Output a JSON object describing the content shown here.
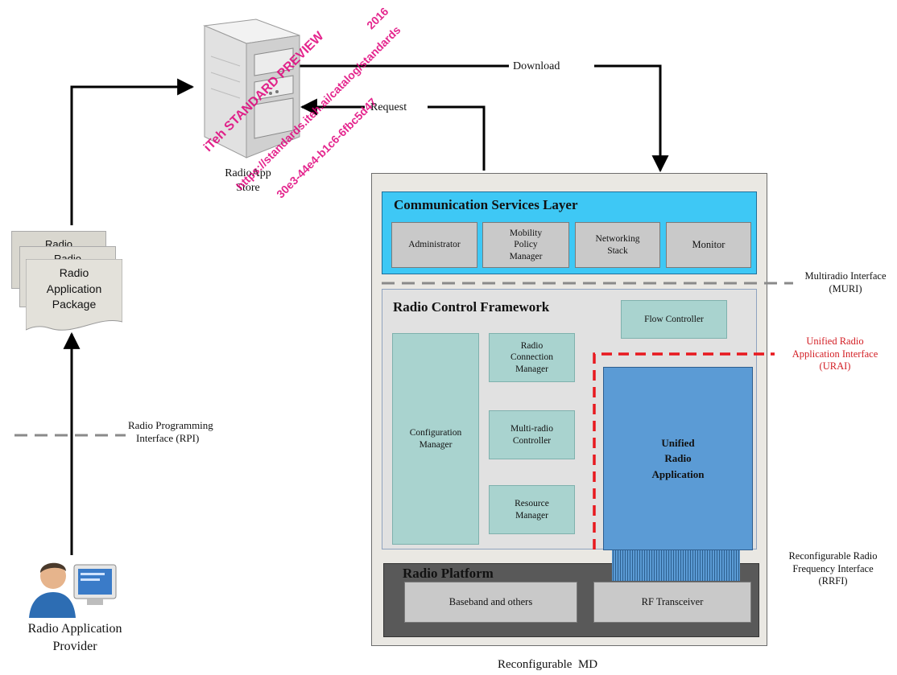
{
  "server": {
    "label_line1": "RadioApp",
    "label_line2": "Store"
  },
  "arrows": {
    "download": "Download",
    "request": "Request"
  },
  "package": {
    "back1": "Radio",
    "back2": "Radio",
    "front_line1": "Radio",
    "front_line2": "Application",
    "front_line3": "Package"
  },
  "rpi": {
    "line1": "Radio Programming",
    "line2": "Interface (RPI)"
  },
  "provider": {
    "line1": "Radio Application",
    "line2": "Provider"
  },
  "device": {
    "caption": "Reconfigurable  MD"
  },
  "csl": {
    "title": "Communication Services Layer",
    "items": [
      {
        "line1": "Administrator",
        "line2": "",
        "line3": ""
      },
      {
        "line1": "Mobility",
        "line2": "Policy",
        "line3": "Manager"
      },
      {
        "line1": "Networking",
        "line2": "Stack",
        "line3": ""
      },
      {
        "line1": "Monitor",
        "line2": "",
        "line3": ""
      }
    ]
  },
  "rcf": {
    "title": "Radio Control Framework",
    "flow_controller": "Flow Controller",
    "config_manager": {
      "line1": "Configuration",
      "line2": "Manager"
    },
    "radio_conn_manager": {
      "line1": "Radio",
      "line2": "Connection",
      "line3": "Manager"
    },
    "multiradio_controller": {
      "line1": "Multi-radio",
      "line2": "Controller"
    },
    "resource_manager": {
      "line1": "Resource",
      "line2": "Manager"
    }
  },
  "ura": {
    "line1": "Unified",
    "line2": "Radio",
    "line3": "Application"
  },
  "platform": {
    "title": "Radio Platform",
    "baseband": "Baseband and others",
    "rf": "RF Transceiver"
  },
  "interfaces": {
    "muri": {
      "line1": "Multiradio Interface",
      "line2": "(MURI)"
    },
    "urai": {
      "line1": "Unified Radio",
      "line2": "Application Interface",
      "line3": "(URAI)"
    },
    "rrfi": {
      "line1": "Reconfigurable Radio",
      "line2": "Frequency Interface",
      "line3": "(RRFI)"
    }
  },
  "watermark": {
    "w1": "iTeh STANDARD PREVIEW",
    "w2": "https://standards.iteh.ai/catalog/standards",
    "w3": "30e3-44e4-b1c6-6fbc5d47",
    "w4": "2016"
  },
  "colors": {
    "csl_fill": "#3ec8f5",
    "csl_border": "#1f6f9a",
    "ura_fill": "#5b9bd5",
    "urai_red": "#e8191f",
    "platform_fill": "#595959",
    "device_fill": "#eae8e3",
    "watermark": "#e0007a"
  }
}
